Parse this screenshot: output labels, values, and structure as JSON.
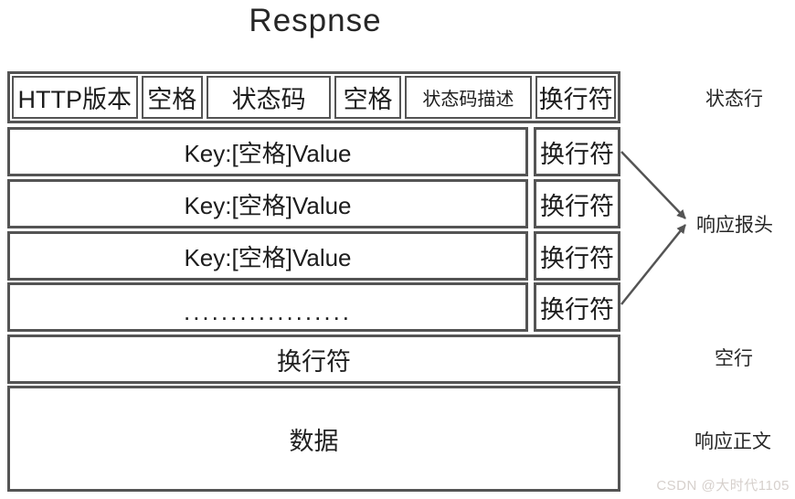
{
  "title": "Respnse",
  "diagram": {
    "status_line_row": {
      "cells": [
        {
          "label": "HTTP版本"
        },
        {
          "label": "空格"
        },
        {
          "label": "状态码"
        },
        {
          "label": "空格"
        },
        {
          "label": "状态码描述"
        },
        {
          "label": "换行符"
        }
      ]
    },
    "header_rows": [
      {
        "key": "Key:[空格]Value",
        "newline": "换行符"
      },
      {
        "key": "Key:[空格]Value",
        "newline": "换行符"
      },
      {
        "key": "Key:[空格]Value",
        "newline": "换行符"
      },
      {
        "key": "..................",
        "newline": "换行符"
      }
    ],
    "blank_line_row": {
      "label": "换行符"
    },
    "body_row": {
      "label": "数据"
    }
  },
  "side_labels": {
    "status_line": "状态行",
    "response_headers": "响应报头",
    "blank_line": "空行",
    "response_body": "响应正文"
  },
  "watermark": "CSDN @大时代1105",
  "colors": {
    "border": "#545454",
    "text": "#212121",
    "watermark": "#d6d0cc",
    "background": "#ffffff"
  }
}
